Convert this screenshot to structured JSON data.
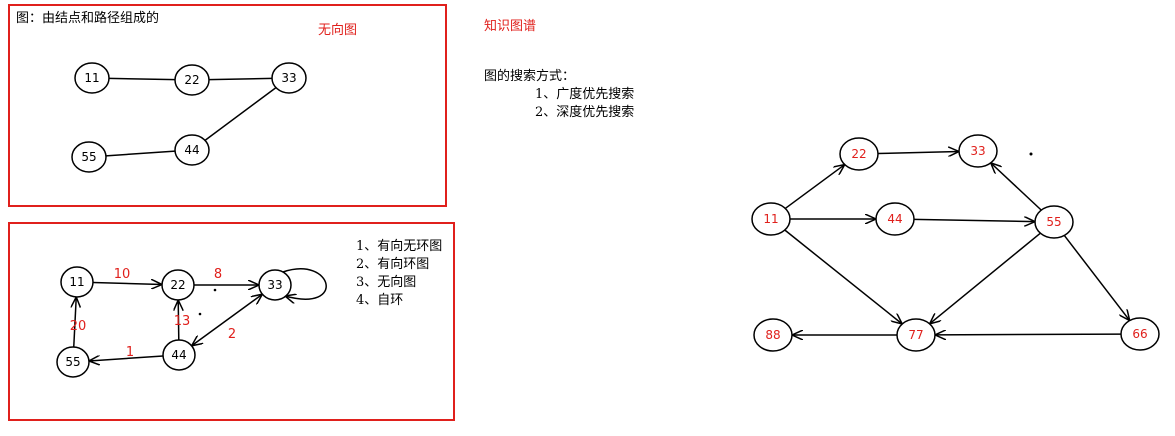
{
  "colors": {
    "accent": "#e0201c",
    "ink": "#000000"
  },
  "panel1": {
    "caption": "图：由结点和路径组成的",
    "type_label": "无向图"
  },
  "header": {
    "kg_title": "知识图谱"
  },
  "search": {
    "title": "图的搜索方式：",
    "items": [
      "1、广度优先搜索",
      "2、深度优先搜索"
    ]
  },
  "panel2": {
    "types": [
      "1、有向无环图",
      "2、有向环图",
      "3、无向图",
      "4、自环"
    ]
  },
  "graphs": [
    {
      "id": "undirected",
      "directed": false,
      "label_color": "#000000",
      "nodes": [
        "11",
        "22",
        "33",
        "44",
        "55"
      ],
      "edges": [
        {
          "from": "11",
          "to": "22"
        },
        {
          "from": "22",
          "to": "33"
        },
        {
          "from": "33",
          "to": "44"
        },
        {
          "from": "44",
          "to": "55"
        }
      ]
    },
    {
      "id": "weighted",
      "directed": true,
      "label_color": "#000000",
      "nodes": [
        "11",
        "22",
        "33",
        "44",
        "55"
      ],
      "edges": [
        {
          "from": "11",
          "to": "22",
          "weight": "10"
        },
        {
          "from": "22",
          "to": "33",
          "weight": "8"
        },
        {
          "from": "44",
          "to": "22",
          "weight": "13"
        },
        {
          "from": "44",
          "to": "33",
          "weight": "2",
          "bidirectional": true
        },
        {
          "from": "44",
          "to": "55",
          "weight": "1"
        },
        {
          "from": "55",
          "to": "11",
          "weight": "20"
        },
        {
          "from": "33",
          "to": "33",
          "self_loop": true
        }
      ]
    },
    {
      "id": "search-graph",
      "directed": true,
      "label_color": "#e0201c",
      "nodes": [
        "11",
        "22",
        "33",
        "44",
        "55",
        "66",
        "77",
        "88"
      ],
      "edges": [
        {
          "from": "11",
          "to": "22"
        },
        {
          "from": "11",
          "to": "44"
        },
        {
          "from": "11",
          "to": "77"
        },
        {
          "from": "22",
          "to": "33"
        },
        {
          "from": "44",
          "to": "55"
        },
        {
          "from": "55",
          "to": "33"
        },
        {
          "from": "55",
          "to": "77"
        },
        {
          "from": "55",
          "to": "66"
        },
        {
          "from": "66",
          "to": "77"
        },
        {
          "from": "77",
          "to": "88"
        }
      ]
    }
  ]
}
